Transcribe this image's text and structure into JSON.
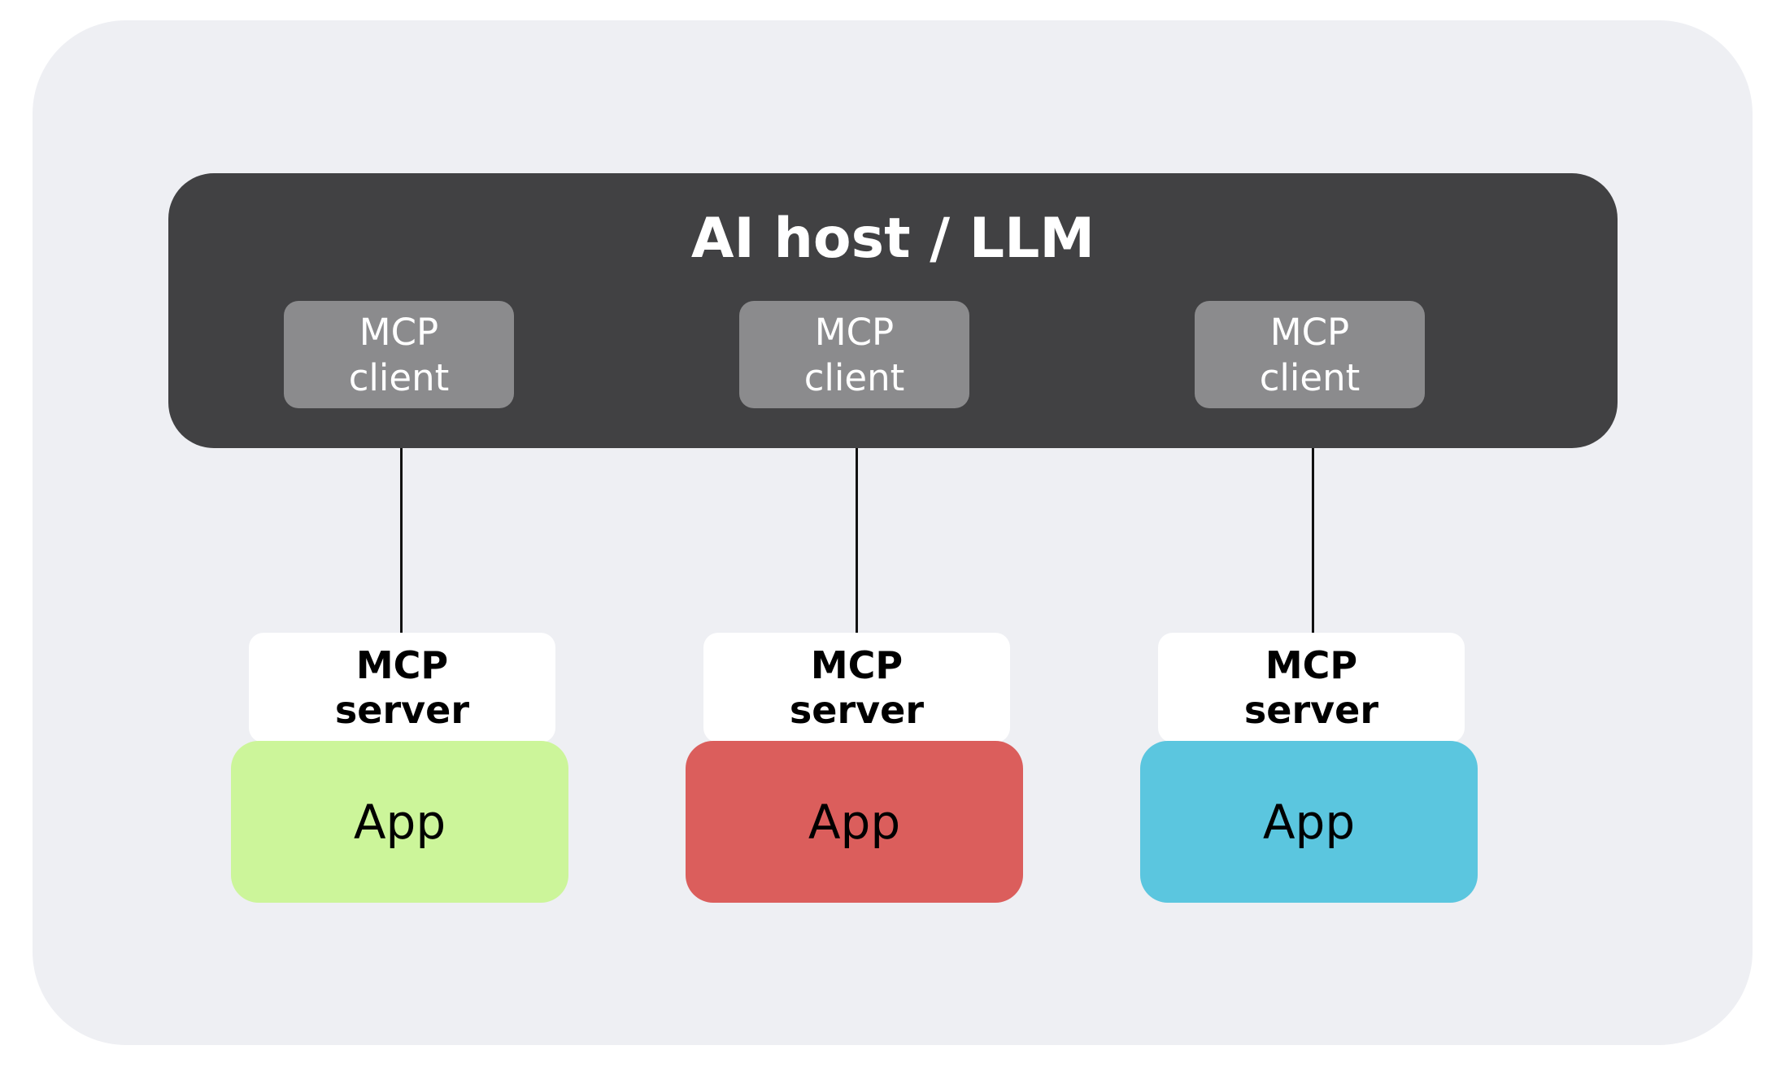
{
  "host": {
    "title": "AI host / LLM",
    "clients": [
      {
        "label": "MCP\nclient"
      },
      {
        "label": "MCP\nclient"
      },
      {
        "label": "MCP\nclient"
      }
    ]
  },
  "servers": [
    {
      "label": "MCP\nserver",
      "app_label": "App",
      "app_color": "#ccf59a"
    },
    {
      "label": "MCP\nserver",
      "app_label": "App",
      "app_color": "#db5e5c"
    },
    {
      "label": "MCP\nserver",
      "app_label": "App",
      "app_color": "#5bc6df"
    }
  ],
  "colors": {
    "panel_background": "#eeeff3",
    "host_background": "#414143",
    "client_background": "#8b8b8d",
    "server_background": "#ffffff"
  }
}
